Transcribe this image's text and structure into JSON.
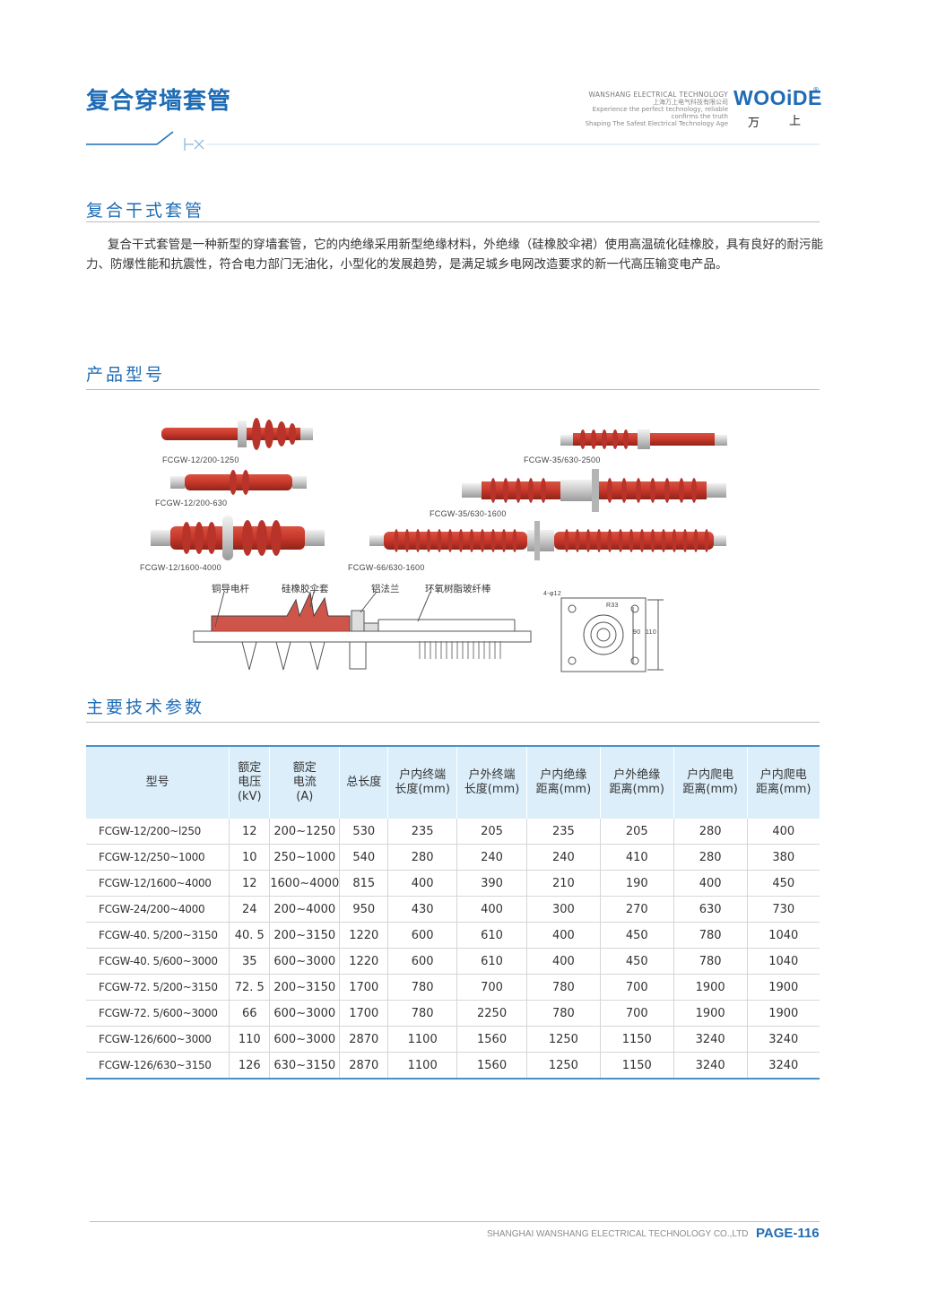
{
  "header": {
    "title": "复合穿墙套管",
    "brand_line1": "WANSHANG ELECTRICAL TECHNOLOGY",
    "brand_line2": "上海万上电气科技有限公司",
    "brand_line3": "Experience the perfect technology, reliable confirms the truth",
    "brand_line4": "Shaping The Safest Electrical Technology Age",
    "logo": "WOOiDE",
    "logo_reg": "®",
    "logo_cn1": "万",
    "logo_cn2": "上"
  },
  "sections": {
    "intro_title": "复合干式套管",
    "intro_text": "复合干式套管是一种新型的穿墙套管，它的内绝缘采用新型绝缘材料，外绝缘（硅橡胶伞裙）使用高温硫化硅橡胶，具有良好的耐污能力、防爆性能和抗震性，符合电力部门无油化，小型化的发展趋势，是满足城乡电网改造要求的新一代高压输变电产品。",
    "models_title": "产品型号",
    "params_title": "主要技术参数"
  },
  "figures": {
    "labels": [
      "FCGW-12/200-1250",
      "FCGW-12/200-630",
      "FCGW-12/1600-4000",
      "FCGW-35/630-2500",
      "FCGW-35/630-1600",
      "FCGW-66/630-1600"
    ],
    "diagram": {
      "part1": "铜导电杆",
      "part2": "硅橡胶伞套",
      "part3": "铝法兰",
      "part4": "环氧树脂玻纤棒",
      "dim_holes": "4-φ12",
      "dim_r": "R33",
      "dim_90": "90",
      "dim_110": "110"
    }
  },
  "table": {
    "headers": [
      [
        "型号"
      ],
      [
        "额定",
        "电压",
        "(kV)"
      ],
      [
        "额定",
        "电流",
        "(A)"
      ],
      [
        "总长度"
      ],
      [
        "户内终端",
        "长度(mm)"
      ],
      [
        "户外终端",
        "长度(mm)"
      ],
      [
        "户内绝缘",
        "距离(mm)"
      ],
      [
        "户外绝缘",
        "距离(mm)"
      ],
      [
        "户内爬电",
        "距离(mm)"
      ],
      [
        "户内爬电",
        "距离(mm)"
      ]
    ],
    "rows": [
      [
        "FCGW-12/200~l250",
        "12",
        "200~1250",
        "530",
        "235",
        "205",
        "235",
        "205",
        "280",
        "400"
      ],
      [
        "FCGW-12/250~1000",
        "10",
        "250~1000",
        "540",
        "280",
        "240",
        "240",
        "410",
        "280",
        "380"
      ],
      [
        "FCGW-12/1600~4000",
        "12",
        "1600~4000",
        "815",
        "400",
        "390",
        "210",
        "190",
        "400",
        "450"
      ],
      [
        "FCGW-24/200~4000",
        "24",
        "200~4000",
        "950",
        "430",
        "400",
        "300",
        "270",
        "630",
        "730"
      ],
      [
        "FCGW-40. 5/200~3150",
        "40. 5",
        "200~3150",
        "1220",
        "600",
        "610",
        "400",
        "450",
        "780",
        "1040"
      ],
      [
        "FCGW-40. 5/600~3000",
        "35",
        "600~3000",
        "1220",
        "600",
        "610",
        "400",
        "450",
        "780",
        "1040"
      ],
      [
        "FCGW-72. 5/200~3150",
        "72. 5",
        "200~3150",
        "1700",
        "780",
        "700",
        "780",
        "700",
        "1900",
        "1900"
      ],
      [
        "FCGW-72. 5/600~3000",
        "66",
        "600~3000",
        "1700",
        "780",
        "2250",
        "780",
        "700",
        "1900",
        "1900"
      ],
      [
        "FCGW-126/600~3000",
        "110",
        "600~3000",
        "2870",
        "1100",
        "1560",
        "1250",
        "1150",
        "3240",
        "3240"
      ],
      [
        "FCGW-126/630~3150",
        "126",
        "630~3150",
        "2870",
        "1100",
        "1560",
        "1250",
        "1150",
        "3240",
        "3240"
      ]
    ]
  },
  "footer": {
    "company": "SHANGHAI WANSHANG ELECTRICAL TECHNOLOGY CO.,LTD",
    "page": "PAGE-116"
  },
  "colors": {
    "accent": "#1f6cb5",
    "rubber": "#c7372b",
    "table_header_bg": "#dceef9"
  }
}
